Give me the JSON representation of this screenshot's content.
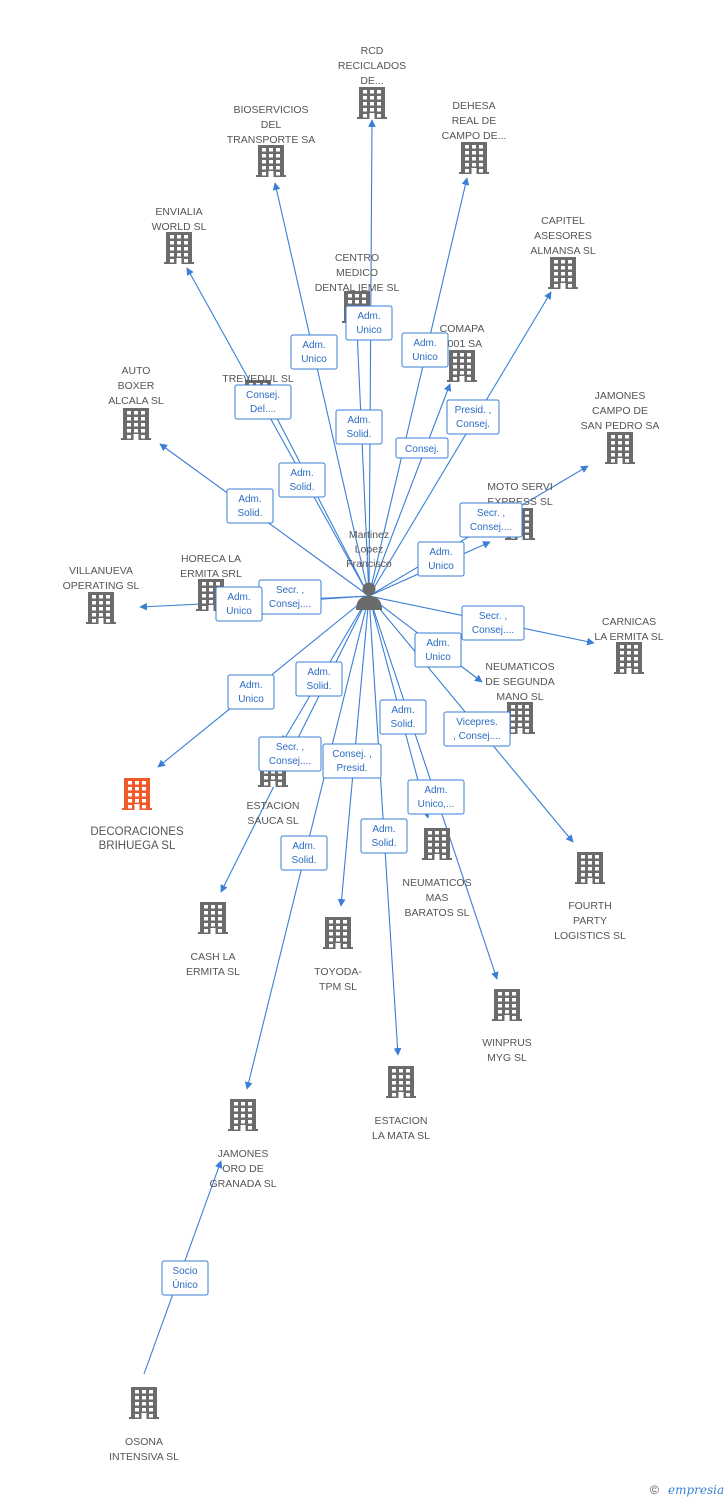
{
  "center": {
    "label": [
      "Martinez",
      "Lopez",
      "Francisco"
    ]
  },
  "companies": [
    {
      "id": "rcd",
      "label": [
        "RCD",
        "RECICLADOS",
        "DE..."
      ],
      "highlight": false
    },
    {
      "id": "bioservicios",
      "label": [
        "BIOSERVICIOS",
        "DEL",
        "TRANSPORTE SA"
      ],
      "highlight": false
    },
    {
      "id": "dehesa",
      "label": [
        "DEHESA",
        "REAL DE",
        "CAMPO DE..."
      ],
      "highlight": false
    },
    {
      "id": "envialia",
      "label": [
        "ENVIALIA",
        "WORLD SL"
      ],
      "highlight": false
    },
    {
      "id": "capitel",
      "label": [
        "CAPITEL",
        "ASESORES",
        "ALMANSA SL"
      ],
      "highlight": false
    },
    {
      "id": "centro",
      "label": [
        "CENTRO",
        "MEDICO",
        "DENTAL IEME SL"
      ],
      "highlight": false
    },
    {
      "id": "comapa",
      "label": [
        "COMAPA",
        "2001 SA"
      ],
      "highlight": false
    },
    {
      "id": "auto",
      "label": [
        "AUTO",
        "BOXER",
        "ALCALA SL"
      ],
      "highlight": false
    },
    {
      "id": "trevedul",
      "label": [
        "TREVEDUL SL"
      ],
      "highlight": false
    },
    {
      "id": "jamones_campo",
      "label": [
        "JAMONES",
        "CAMPO DE",
        "SAN PEDRO SA"
      ],
      "highlight": false
    },
    {
      "id": "moto",
      "label": [
        "MOTO SERVI",
        "EXPRESS SL"
      ],
      "highlight": false
    },
    {
      "id": "villanueva",
      "label": [
        "VILLANUEVA",
        "OPERATING  SL"
      ],
      "highlight": false
    },
    {
      "id": "horeca",
      "label": [
        "HORECA LA",
        "ERMITA SRL"
      ],
      "highlight": false
    },
    {
      "id": "carnicas",
      "label": [
        "CARNICAS",
        "LA ERMITA SL"
      ],
      "highlight": false
    },
    {
      "id": "neumaticos_seg",
      "label": [
        "NEUMATICOS",
        "DE SEGUNDA",
        "MANO SL"
      ],
      "highlight": false
    },
    {
      "id": "decoraciones",
      "label": [
        "DECORACIONES",
        "BRIHUEGA SL"
      ],
      "highlight": true
    },
    {
      "id": "estacion_sauca",
      "label": [
        "ESTACION",
        "SAUCA SL"
      ],
      "highlight": false
    },
    {
      "id": "neumaticos_mas",
      "label": [
        "NEUMATICOS",
        "MAS",
        "BARATOS SL"
      ],
      "highlight": false
    },
    {
      "id": "fourth",
      "label": [
        "FOURTH",
        "PARTY",
        "LOGISTICS SL"
      ],
      "highlight": false
    },
    {
      "id": "cash",
      "label": [
        "CASH LA",
        "ERMITA SL"
      ],
      "highlight": false
    },
    {
      "id": "toyoda",
      "label": [
        "TOYODA-",
        "TPM SL"
      ],
      "highlight": false
    },
    {
      "id": "winprus",
      "label": [
        "WINPRUS",
        "MYG SL"
      ],
      "highlight": false
    },
    {
      "id": "jamones_oro",
      "label": [
        "JAMONES",
        "ORO DE",
        "GRANADA  SL"
      ],
      "highlight": false
    },
    {
      "id": "estacion_mata",
      "label": [
        "ESTACION",
        "LA MATA SL"
      ],
      "highlight": false
    },
    {
      "id": "osona",
      "label": [
        "OSONA",
        "INTENSIVA  SL"
      ],
      "highlight": false
    }
  ],
  "relations": [
    {
      "id": "r_rcd",
      "lines": [
        "Adm.",
        "Unico"
      ]
    },
    {
      "id": "r_bio",
      "lines": [
        "Adm.",
        "Unico"
      ]
    },
    {
      "id": "r_dehesa",
      "lines": [
        "Adm.",
        "Unico"
      ]
    },
    {
      "id": "r_centro",
      "lines": [
        "Adm.",
        "Solid."
      ]
    },
    {
      "id": "r_capitel",
      "lines": [
        "Presid. ,",
        "Consej."
      ]
    },
    {
      "id": "r_comapa",
      "lines": [
        "Consej."
      ]
    },
    {
      "id": "r_envialia",
      "lines": [
        "Consej.",
        "Del...."
      ]
    },
    {
      "id": "r_trevedul",
      "lines": [
        "Adm.",
        "Solid."
      ]
    },
    {
      "id": "r_auto",
      "lines": [
        "Adm.",
        "Solid."
      ]
    },
    {
      "id": "r_jamones_campo",
      "lines": [
        "Secr. ,",
        "Consej...."
      ]
    },
    {
      "id": "r_moto",
      "lines": [
        "Adm.",
        "Unico"
      ]
    },
    {
      "id": "r_villanueva",
      "lines": [
        "Secr. ,",
        "Consej...."
      ]
    },
    {
      "id": "r_horeca",
      "lines": [
        "Adm.",
        "Unico"
      ]
    },
    {
      "id": "r_carnicas",
      "lines": [
        "Secr. ,",
        "Consej...."
      ]
    },
    {
      "id": "r_neum_seg",
      "lines": [
        "Adm.",
        "Unico"
      ]
    },
    {
      "id": "r_deco",
      "lines": [
        "Adm.",
        "Unico"
      ]
    },
    {
      "id": "r_sauca",
      "lines": [
        "Adm.",
        "Solid."
      ]
    },
    {
      "id": "r_cash",
      "lines": [
        "Secr. ,",
        "Consej...."
      ]
    },
    {
      "id": "r_toyoda",
      "lines": [
        "Consej. ,",
        "Presid."
      ]
    },
    {
      "id": "r_neum_mas",
      "lines": [
        "Adm.",
        "Solid."
      ]
    },
    {
      "id": "r_fourth",
      "lines": [
        "Vicepres.",
        ", Consej...."
      ]
    },
    {
      "id": "r_winprus",
      "lines": [
        "Adm.",
        "Unico,..."
      ]
    },
    {
      "id": "r_jamones_oro",
      "lines": [
        "Adm.",
        "Solid."
      ]
    },
    {
      "id": "r_mata",
      "lines": [
        "Adm.",
        "Solid."
      ]
    },
    {
      "id": "r_osona",
      "lines": [
        "Socio",
        "Único"
      ]
    }
  ],
  "footer": {
    "copyright": "©",
    "brand": "empresia"
  },
  "colors": {
    "edge": "#3a7fd5",
    "building": "#6b6b6b",
    "highlight": "#f05a28"
  }
}
